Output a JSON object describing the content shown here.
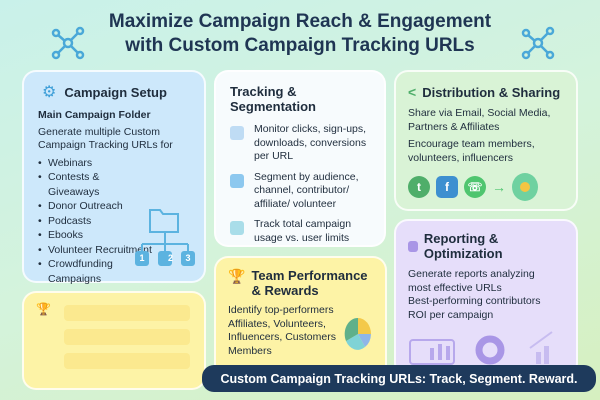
{
  "title": {
    "line1": "Maximize Campaign Reach & Engagement",
    "line2": "with Custom Campaign Tracking URLs"
  },
  "setup": {
    "heading": "Campaign Setup",
    "subheading": "Main Campaign Folder",
    "intro": "Generate multiple Custom Campaign Tracking URLs for",
    "items": [
      "Webinars",
      "Contests & Giveaways",
      "Donor Outreach",
      "Podcasts",
      "Ebooks",
      "Volunteer Recruitment",
      "Crowdfunding Campaigns"
    ],
    "folder_numbers": [
      "1",
      "2",
      "3"
    ]
  },
  "tracking": {
    "heading": "Tracking & Segmentation",
    "items": [
      "Monitor clicks, sign-ups, downloads, conversions per URL",
      "Segment by audience, channel, contributor/ affiliate/ volunteer",
      "Track total campaign usage vs. user limits"
    ]
  },
  "distribution": {
    "heading": "Distribution & Sharing",
    "text1": "Share via Email, Social Media, Partners & Affiliates",
    "text2": "Encourage team members, volunteers, influencers",
    "icons": [
      "twitter-icon",
      "facebook-icon",
      "whatsapp-icon"
    ]
  },
  "reporting": {
    "heading": "Reporting & Optimization",
    "lines": [
      "Generate reports analyzing most effective URLs",
      "Best-performing contributors",
      "ROI per campaign"
    ]
  },
  "team": {
    "heading1": "Team Performance",
    "heading2": "& Rewards",
    "lines": [
      "Identify top-performers",
      "Affiliates, Volunteers,",
      "Influencers, Customers",
      "Members"
    ]
  },
  "footer": "Custom Campaign Tracking URLs: Track, Segment. Reward.",
  "colors": {
    "navy": "#1e3a5c",
    "blue_card": "#cde8fb",
    "yellow_card": "#fdf3a6",
    "purple_card": "#e6defa",
    "accent": "#5cb3e0"
  }
}
